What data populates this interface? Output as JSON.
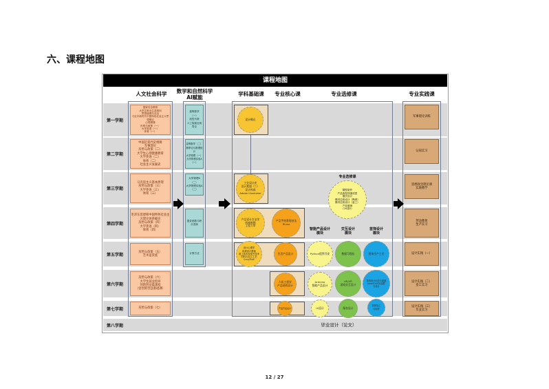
{
  "heading": "六、课程地图",
  "diagram": {
    "title": "课程地图",
    "columns": {
      "humanities": "人文社会科学",
      "math": "数学和自然科学\nAI赋能",
      "foundation": "学科基础课",
      "core": "专业核心课",
      "elective": "专业选修课",
      "practice": "专业实践课"
    },
    "semesters": [
      "第一学期",
      "第二学期",
      "第三学期",
      "第四学期",
      "第五学期",
      "第六学期",
      "第七学期",
      "第八学期"
    ],
    "humanities": [
      "国家安全教育\n大学生职业生涯规划\n思想道德与法治\n习近平新时代中国特色社会主义思想概论\n心理健康\n形势与政策（一）\n大学英语（一）\n体育（一）",
      "中国近现代史纲要\n军事理论\n形势与政策（二）\n大学生心理健康教育\n大学英语（二）\n体育（二）\n社会主义发展史",
      "马克思主义基本原理\n形势与政策（三）\n大学英语（三）\n体育（三）",
      "毛泽东思想和中国特色社会主义理论体系概论\n形势与政策（四）\n大学英语（四）\n体育（四）",
      "形势与政策（五）\n艺术鉴赏类",
      "形势与政策（六）\n大学生就业指导\n创新创业类课程\n（含创新创业基础课）",
      "形势与政策（七）"
    ],
    "math": [
      "高等数学（一）\n线性代数\n人工智能应用导论",
      "高等数学（二）\n概率论与数理统计\n大学物理（一）\n大学物理实验A（一）",
      "大学物理B（二）\n大学物理实验A\n（二）",
      "复变函数与积分变换",
      "计算方法"
    ],
    "foundation": [
      "设计概论",
      "工业设计史\n设计素描（二）\n设计构成\nAdobe Illustrator",
      "产品设计方法学\n机械制图\n工程力学",
      "设计心理学\n机械设计基础\n电工技术及电子技术\n材料与加工工艺\nCreo/ProE"
    ],
    "core": [
      "产品手绘表现技法\nRhino",
      "生活产品设计",
      "人机工程学\n产品结构设计",
      "产品开发设计"
    ],
    "elective": {
      "heading": "专业选修课",
      "pool": "模型制作\n产品造型快速成型\n展式设计\n素材应用设计（陶瓷）\n素材应用设计（金工）\n产品营销\n（16选5）",
      "modules": [
        {
          "name": "智能产品设计\n模块",
          "courses": [
            "Python程序开发",
            "Arduino\n智能产品设计",
            "UI设计"
          ]
        },
        {
          "name": "交互设计\n模块",
          "courses": [
            "数据可视化",
            "AR/VR\n游戏交互设计",
            "服务设计"
          ]
        },
        {
          "name": "首饰设计\n模块",
          "courses": [
            "首饰生产工艺",
            "首饰设计创意与制图\nJewelCad3D建模\n与设计",
            "首饰加工\n与制作"
          ]
        }
      ]
    },
    "practice": [
      "军事理论训练",
      "认知实习",
      "思想政治理论课\n实践教学",
      "劳动教育\n生产实习",
      "设计实践（一）",
      "设计实践（二）\n金工实习",
      "设计实践（三）\n毕业实习"
    ],
    "thesis": "毕业设计（论文）"
  },
  "footer": "12 / 27",
  "colors": {
    "humanities": "#fbc8a4",
    "math": "#a9d8d6",
    "practice": "#d8a877",
    "yellow": "#f7c531",
    "orange": "#f5a11a",
    "green": "#7dc24a",
    "blue": "#1aa4e3"
  }
}
